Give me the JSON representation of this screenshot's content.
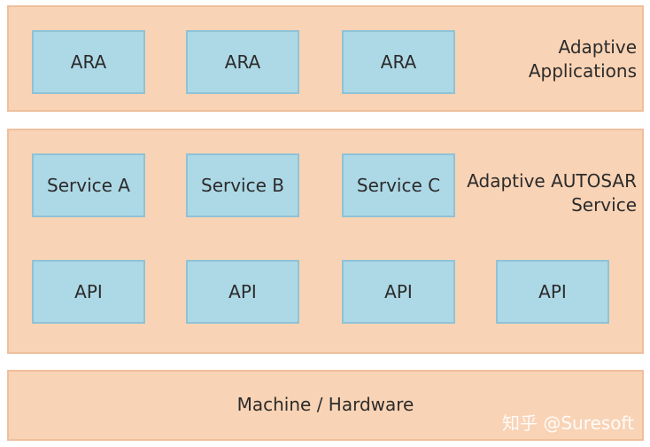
{
  "applications_layer": {
    "label": "Adaptive\nApplications",
    "label_line1": "Adaptive",
    "label_line2": "Applications",
    "items": [
      "ARA",
      "ARA",
      "ARA"
    ]
  },
  "service_layer": {
    "label_line1": "Adaptive AUTOSAR",
    "label_line2": "Service",
    "services": [
      "Service A",
      "Service B",
      "Service C"
    ],
    "apis": [
      "API",
      "API",
      "API",
      "API"
    ]
  },
  "hardware_layer": {
    "label": "Machine / Hardware"
  },
  "watermark": "知乎 @Suresoft",
  "colors": {
    "layer_fill": "#f9d3b5",
    "layer_border": "#eebf9c",
    "box_fill": "#add8e6",
    "box_border": "#8fc3d6"
  }
}
